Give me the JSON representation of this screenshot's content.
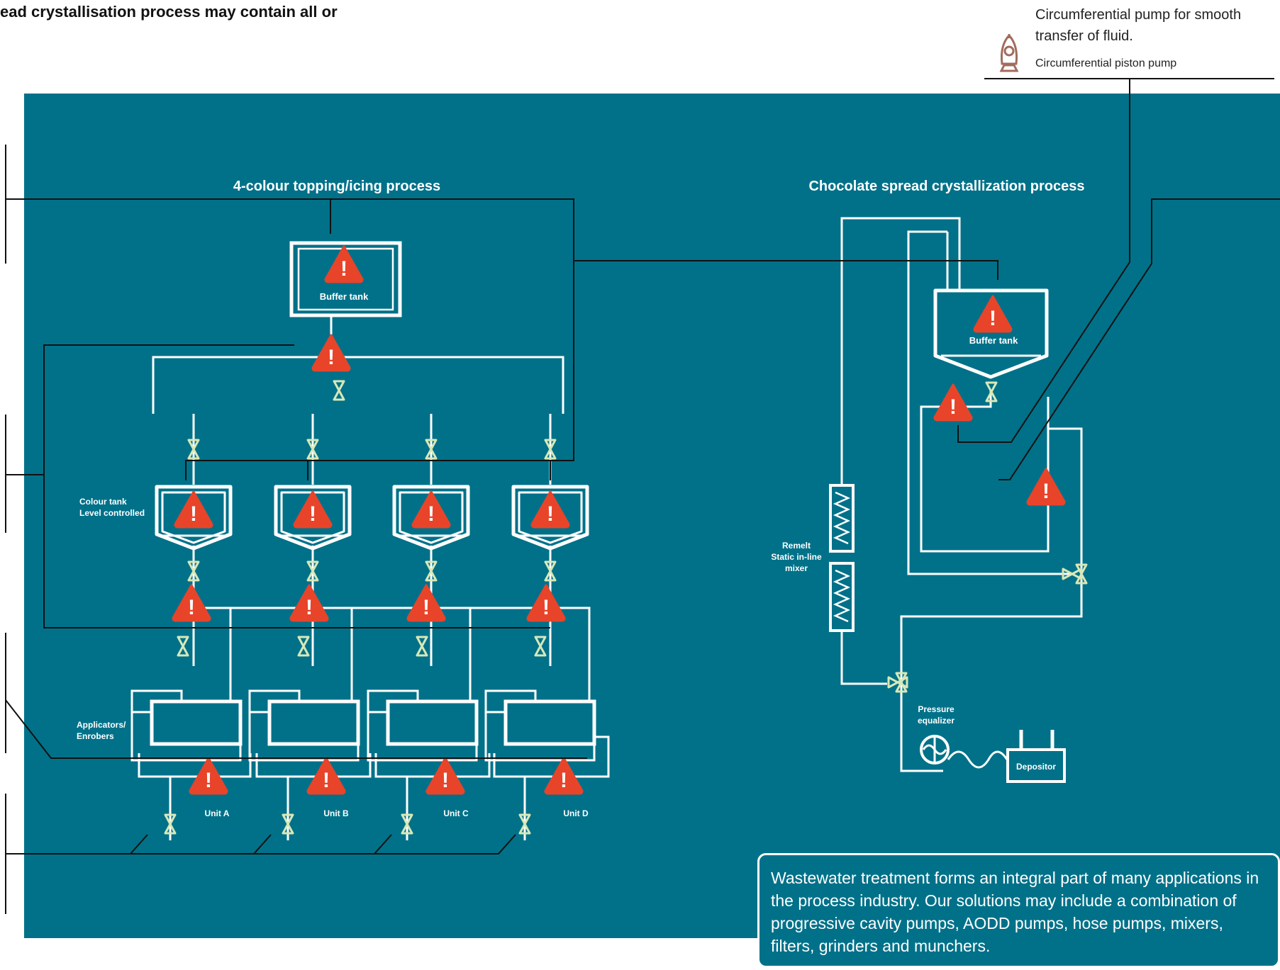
{
  "header": {
    "intro_text": "ead crystallisation process may contain all or"
  },
  "legend": {
    "pump_description": "Circumferential pump for smooth transfer of fluid.",
    "pump_name": "Circumferential piston pump",
    "icon": "piston-pump-icon"
  },
  "diagram_left": {
    "title": "4-colour topping/icing process",
    "buffer_tank_label": "Buffer tank",
    "colour_tank_label_line1": "Colour tank",
    "colour_tank_label_line2": "Level controlled",
    "applicators_label_line1": "Applicators/",
    "applicators_label_line2": "Enrobers",
    "units": [
      "Unit A",
      "Unit B",
      "Unit C",
      "Unit D"
    ]
  },
  "diagram_right": {
    "title": "Chocolate spread crystallization process",
    "buffer_tank_label": "Buffer tank",
    "remelt_label_line1": "Remelt",
    "remelt_label_line2": "Static in-line",
    "remelt_label_line3": "mixer",
    "pressure_label_line1": "Pressure",
    "pressure_label_line2": "equalizer",
    "depositor_label": "Depositor"
  },
  "callout": {
    "text": "Wastewater treatment forms an integral part of many applications in the process industry. Our solutions may include a combination of progressive cavity pumps, AODD pumps, hose pumps, mixers, filters, grinders and munchers."
  },
  "colors": {
    "panel": "#007189",
    "warning": "#e8442a",
    "valve": "#d8e8b8",
    "pipe": "#ffffff",
    "leader": "#111111"
  }
}
